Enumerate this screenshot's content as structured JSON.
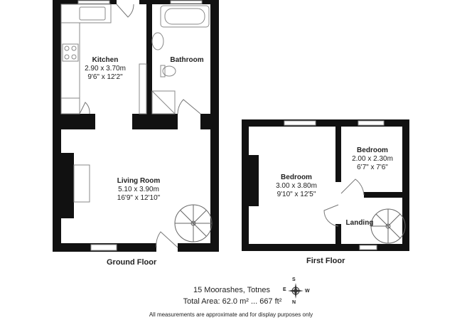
{
  "rooms": {
    "kitchen": {
      "name": "Kitchen",
      "metric": "2.90 x 3.70m",
      "imperial": "9'6\" x 12'2\""
    },
    "bathroom": {
      "name": "Bathroom"
    },
    "living": {
      "name": "Living Room",
      "metric": "5.10 x 3.90m",
      "imperial": "16'9\" x 12'10\""
    },
    "bedroom1": {
      "name": "Bedroom",
      "metric": "3.00 x 3.80m",
      "imperial": "9'10\" x 12'5\""
    },
    "bedroom2": {
      "name": "Bedroom",
      "metric": "2.00 x 2.30m",
      "imperial": "6'7\" x 7'6\""
    },
    "landing": {
      "name": "Landing"
    }
  },
  "floors": {
    "ground": "Ground Floor",
    "first": "First Floor"
  },
  "footer": {
    "address": "15 Moorashes, Totnes",
    "area": "Total Area: 62.0 m² ... 667 ft²",
    "disclaimer": "All measurements are approximate and for display purposes only"
  },
  "compass": {
    "n": "N",
    "s": "S",
    "e": "E",
    "w": "W"
  },
  "colors": {
    "wall": "#111111",
    "fixture": "#888888"
  }
}
